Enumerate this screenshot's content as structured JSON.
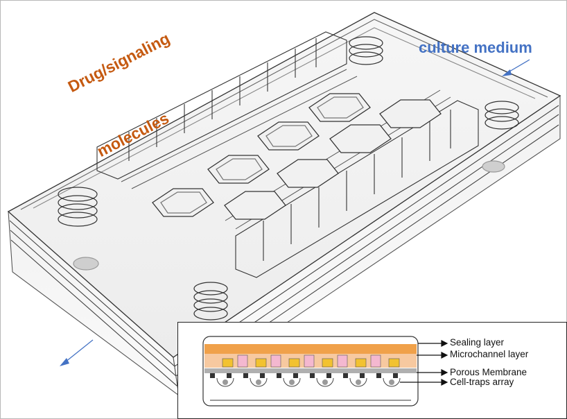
{
  "labels": {
    "drug": "Drug/signaling",
    "molecules": "molecules",
    "culture": "culture medium"
  },
  "inset": {
    "layers": [
      "Sealing layer",
      "Microchannel layer",
      "Porous Membrane",
      "Cell-traps array"
    ]
  },
  "colors": {
    "drug_label": "#c55a11",
    "culture_label": "#4472c4",
    "sealing_layer": "#f0a14a",
    "microchannel_base": "#f7c9a0",
    "microchannel_cells_pink": "#f4b8d0",
    "microchannel_cells_yellow": "#f2c230",
    "membrane": "#b0b0b0"
  }
}
